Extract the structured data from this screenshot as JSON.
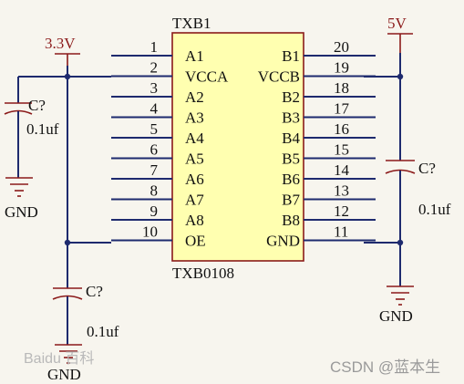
{
  "chip": {
    "designator": "TXB1",
    "part_number": "TXB0108",
    "left_pins": [
      {
        "num": "1",
        "name": "A1"
      },
      {
        "num": "2",
        "name": "VCCA"
      },
      {
        "num": "3",
        "name": "A2"
      },
      {
        "num": "4",
        "name": "A3"
      },
      {
        "num": "5",
        "name": "A4"
      },
      {
        "num": "6",
        "name": "A5"
      },
      {
        "num": "7",
        "name": "A6"
      },
      {
        "num": "8",
        "name": "A7"
      },
      {
        "num": "9",
        "name": "A8"
      },
      {
        "num": "10",
        "name": "OE"
      }
    ],
    "right_pins": [
      {
        "num": "20",
        "name": "B1"
      },
      {
        "num": "19",
        "name": "VCCB"
      },
      {
        "num": "18",
        "name": "B2"
      },
      {
        "num": "17",
        "name": "B3"
      },
      {
        "num": "16",
        "name": "B4"
      },
      {
        "num": "15",
        "name": "B5"
      },
      {
        "num": "14",
        "name": "B6"
      },
      {
        "num": "13",
        "name": "B7"
      },
      {
        "num": "12",
        "name": "B8"
      },
      {
        "num": "11",
        "name": "GND"
      }
    ]
  },
  "power": {
    "left_supply": "3.3V",
    "right_supply": "5V"
  },
  "caps": {
    "left_top": {
      "ref": "C?",
      "value": "0.1uf",
      "ground": "GND"
    },
    "right": {
      "ref": "C?",
      "value": "0.1uf",
      "ground": "GND"
    },
    "bottom": {
      "ref": "C?",
      "value": "0.1uf",
      "ground": "GND"
    }
  },
  "watermarks": {
    "baidu": "Baidu 百科",
    "csdn": "CSDN @蓝本生"
  },
  "colors": {
    "wire": "#1e2a6e",
    "power_symbol": "#8b1a1a",
    "chip_fill": "#ffffb0",
    "background": "#f7f5ee"
  }
}
